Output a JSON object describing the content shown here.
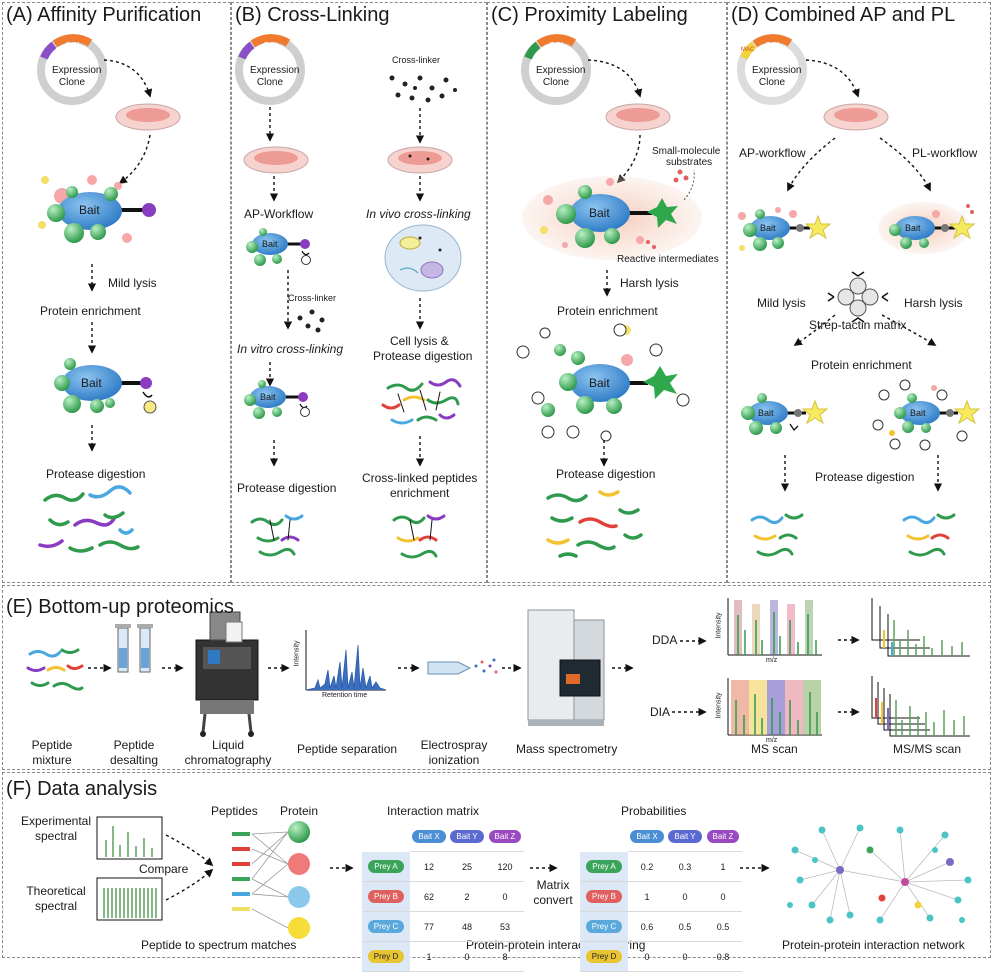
{
  "panels": {
    "A": {
      "title": "(A)  Affinity Purification",
      "clone": "Expression Clone",
      "goi": "GOI",
      "bait": "Bait",
      "mild_lysis": "Mild lysis",
      "protein_enrichment": "Protein enrichment",
      "protease_digestion": "Protease digestion"
    },
    "B": {
      "title": "(B)          Cross-Linking",
      "clone": "Expression Clone",
      "goi": "GOI",
      "cross_linker_top": "Cross-linker",
      "ap_workflow": "AP-Workflow",
      "in_vivo": "In vivo cross-linking",
      "cross_linker_mid": "Cross-linker",
      "in_vitro": "In vitro cross-linking",
      "cell_lysis": "Cell lysis &",
      "protease_digestion_2": "Protease digestion",
      "protease_digestion": "Protease digestion",
      "crosslinked_1": "Cross-linked peptides",
      "crosslinked_2": "enrichment",
      "bait": "Bait"
    },
    "C": {
      "title": "(C)   Proximity Labeling",
      "clone": "Expression Clone",
      "goi": "GOI",
      "substrates_1": "Small-molecule",
      "substrates_2": "substrates",
      "reactive": "Reactive intermediates",
      "harsh_lysis": "Harsh lysis",
      "protein_enrichment": "Protein enrichment",
      "protease_digestion": "Protease digestion",
      "bait": "Bait"
    },
    "D": {
      "title": "(D)   Combined AP and PL",
      "clone": "Expression Clone",
      "goi": "GOI",
      "mac": "MAC",
      "ap_workflow": "AP-workflow",
      "pl_workflow": "PL-workflow",
      "mild_lysis": "Mild lysis",
      "harsh_lysis": "Harsh lysis",
      "strep": "Strep-tactin matrix",
      "protein_enrichment": "Protein enrichment",
      "protease_digestion": "Protease digestion",
      "bait": "Bait"
    },
    "E": {
      "title": "(E)   Bottom-up proteomics",
      "peptide_mixture_1": "Peptide",
      "peptide_mixture_2": "mixture",
      "desalting_1": "Peptide",
      "desalting_2": "desalting",
      "lc_1": "Liquid",
      "lc_2": "chromatography",
      "separation": "Peptide separation",
      "esi_1": "Electrospray",
      "esi_2": "ionization",
      "ms": "Mass spectrometry",
      "dda": "DDA",
      "dia": "DIA",
      "ms_scan": "MS scan",
      "msms_scan": "MS/MS scan",
      "intensity": "Intensity",
      "retention_time": "Retention time",
      "mz": "m/z"
    },
    "F": {
      "title": "(F)   Data analysis",
      "experimental_1": "Experimental",
      "experimental_2": "spectral",
      "theoretical_1": "Theoretical",
      "theoretical_2": "spectral",
      "compare": "Compare",
      "peptides": "Peptides",
      "protein": "Protein",
      "psm": "Peptide to spectrum matches",
      "interaction_matrix": "Interaction matrix",
      "probabilities": "Probabilities",
      "matrix_convert_1": "Matrix",
      "matrix_convert_2": "convert",
      "scoring": "Protein-protein interaction scoring",
      "network": "Protein-protein interaction network",
      "bait_cols": [
        "Bait X",
        "Bait Y",
        "Bait Z"
      ],
      "prey_rows": [
        "Prey A",
        "Prey B",
        "Prey C",
        "Prey D"
      ],
      "matrix_values": [
        [
          "12",
          "25",
          "120"
        ],
        [
          "62",
          "2",
          "0"
        ],
        [
          "77",
          "48",
          "53"
        ],
        [
          "1",
          "0",
          "8"
        ]
      ],
      "prob_values": [
        [
          "0.2",
          "0.3",
          "1"
        ],
        [
          "1",
          "0",
          "0"
        ],
        [
          "0.6",
          "0.5",
          "0.5"
        ],
        [
          "0",
          "0",
          "0.8"
        ]
      ]
    }
  },
  "colors": {
    "bait": "#3a8fd6",
    "prey": "#3aa55a",
    "star": "#2ea84a",
    "dish": "#f2b8b0",
    "border": "#8a8a8a"
  }
}
